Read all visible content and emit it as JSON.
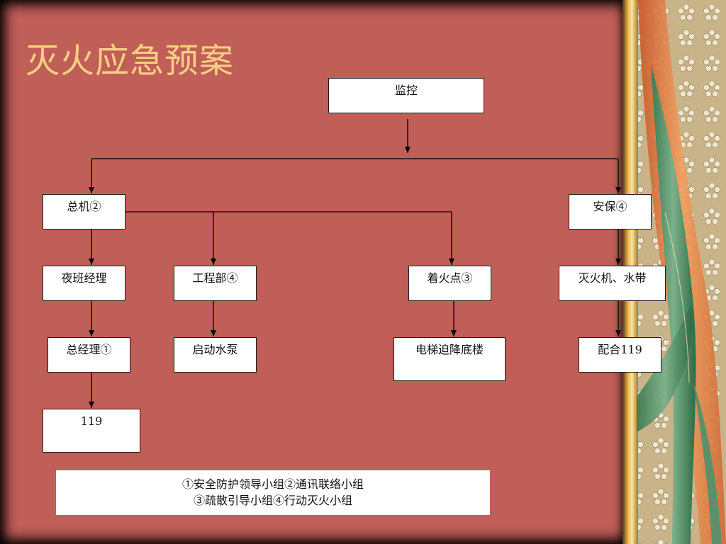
{
  "title": "灭火应急预案",
  "nodes": {
    "monitor": "监控",
    "operator": "总机②",
    "security": "安保④",
    "night_manager": "夜班经理",
    "engineering": "工程部④",
    "fire_point": "着火点③",
    "extinguisher_hose": "灭火机、水带",
    "general_manager": "总经理①",
    "start_pump": "启动水泵",
    "elevator_ground": "电梯迫降底楼",
    "cooperate_119": "配合119",
    "call_119": "119"
  },
  "legend": {
    "line1": "①安全防护领导小组②通讯联络小组",
    "line2": "③疏散引导小组④行动灭火小组"
  },
  "colors": {
    "panel": "#c05e58",
    "title": "#f7cf82",
    "box_fill": "#ffffff",
    "line": "#000000"
  }
}
